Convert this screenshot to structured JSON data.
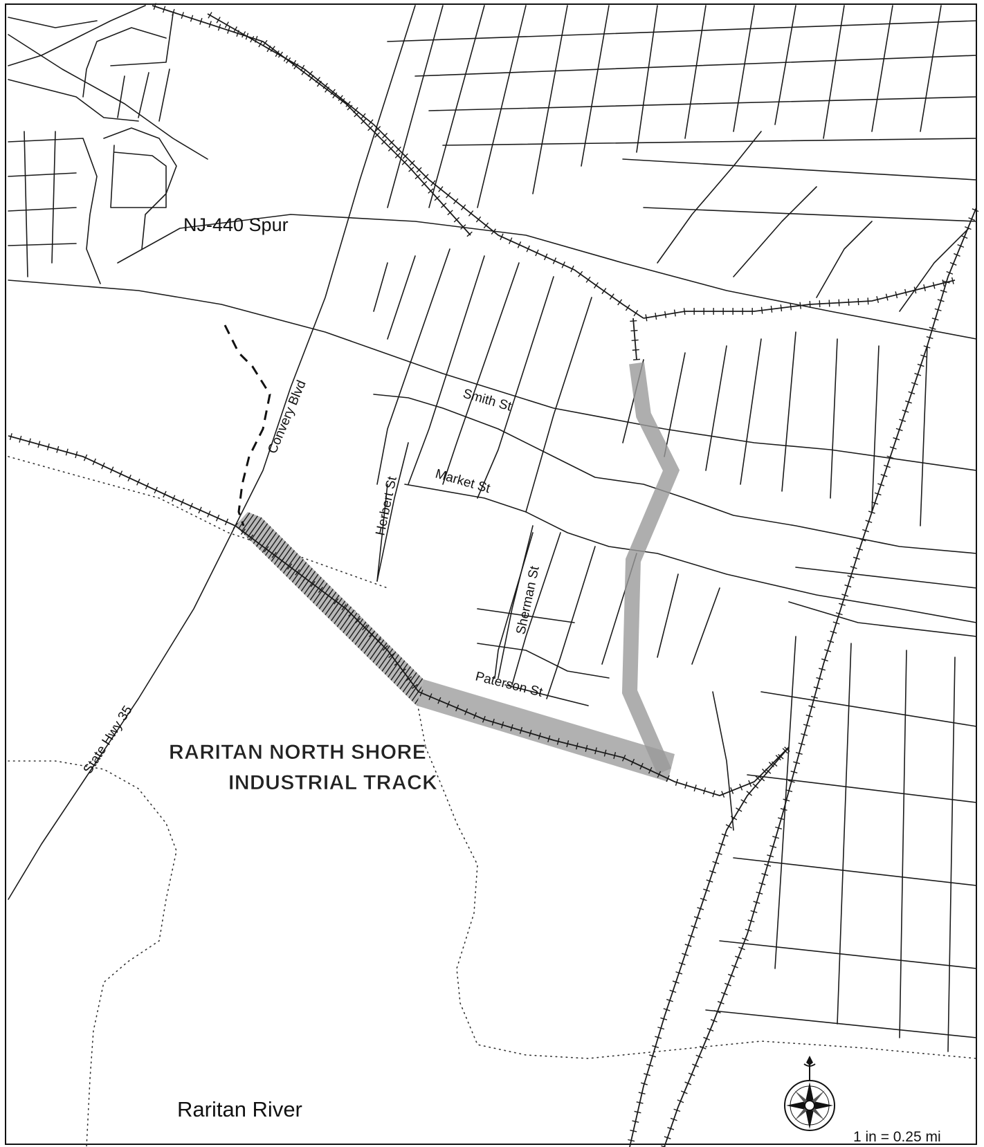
{
  "map": {
    "title_line1": "RARITAN NORTH SHORE",
    "title_line2": "INDUSTRIAL TRACK",
    "labels": {
      "nj440": "NJ-440 Spur",
      "convery": "Convery Blvd",
      "smith": "Smith St",
      "market": "Market St",
      "herbert": "Herbert St",
      "sherman": "Sherman St",
      "paterson": "Paterson St",
      "hwy35": "State Hwy 35",
      "river": "Raritan River"
    },
    "scale": "1 in = 0.25 mi",
    "compass_icon": "compass-rose-icon",
    "colors": {
      "line": "#1a1a1a",
      "highlight_gray": "#a8a8a8",
      "hatch": "#2a2a2a",
      "background": "#ffffff"
    }
  }
}
